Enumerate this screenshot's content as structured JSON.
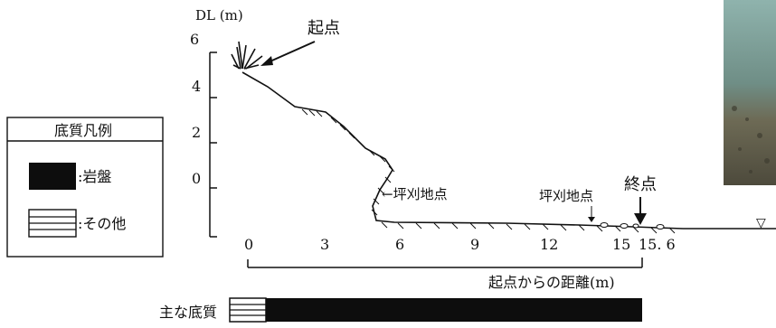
{
  "axis": {
    "y_label": "DL (m)",
    "y_ticks": [
      "6",
      "4",
      "2",
      "0"
    ],
    "x_ticks": [
      "0",
      "3",
      "6",
      "9",
      "12",
      "15",
      "15. 6"
    ],
    "x_label": "起点からの距離(m)"
  },
  "profile": {
    "start_label": "起点",
    "end_label": "終点",
    "quadrat_label_left": "←坪刈地点",
    "quadrat_label_right": "坪刈地点",
    "water_symbol": "▽"
  },
  "legend": {
    "title": "底質凡例",
    "items": [
      {
        "label": ":岩盤",
        "pattern": "solid-black"
      },
      {
        "label": ":その他",
        "pattern": "white-hatched"
      }
    ]
  },
  "substrate_bar": {
    "label": "主な底質",
    "segments": [
      {
        "pattern": "white-hatched",
        "from_m": 0,
        "to_m": 0.8
      },
      {
        "pattern": "solid-black",
        "from_m": 0.8,
        "to_m": 15.6
      }
    ]
  },
  "colors": {
    "ink": "#111111",
    "rock": "#0d0d0d",
    "sea": "#6f8e86",
    "photo_rock": "#5d5a48"
  }
}
